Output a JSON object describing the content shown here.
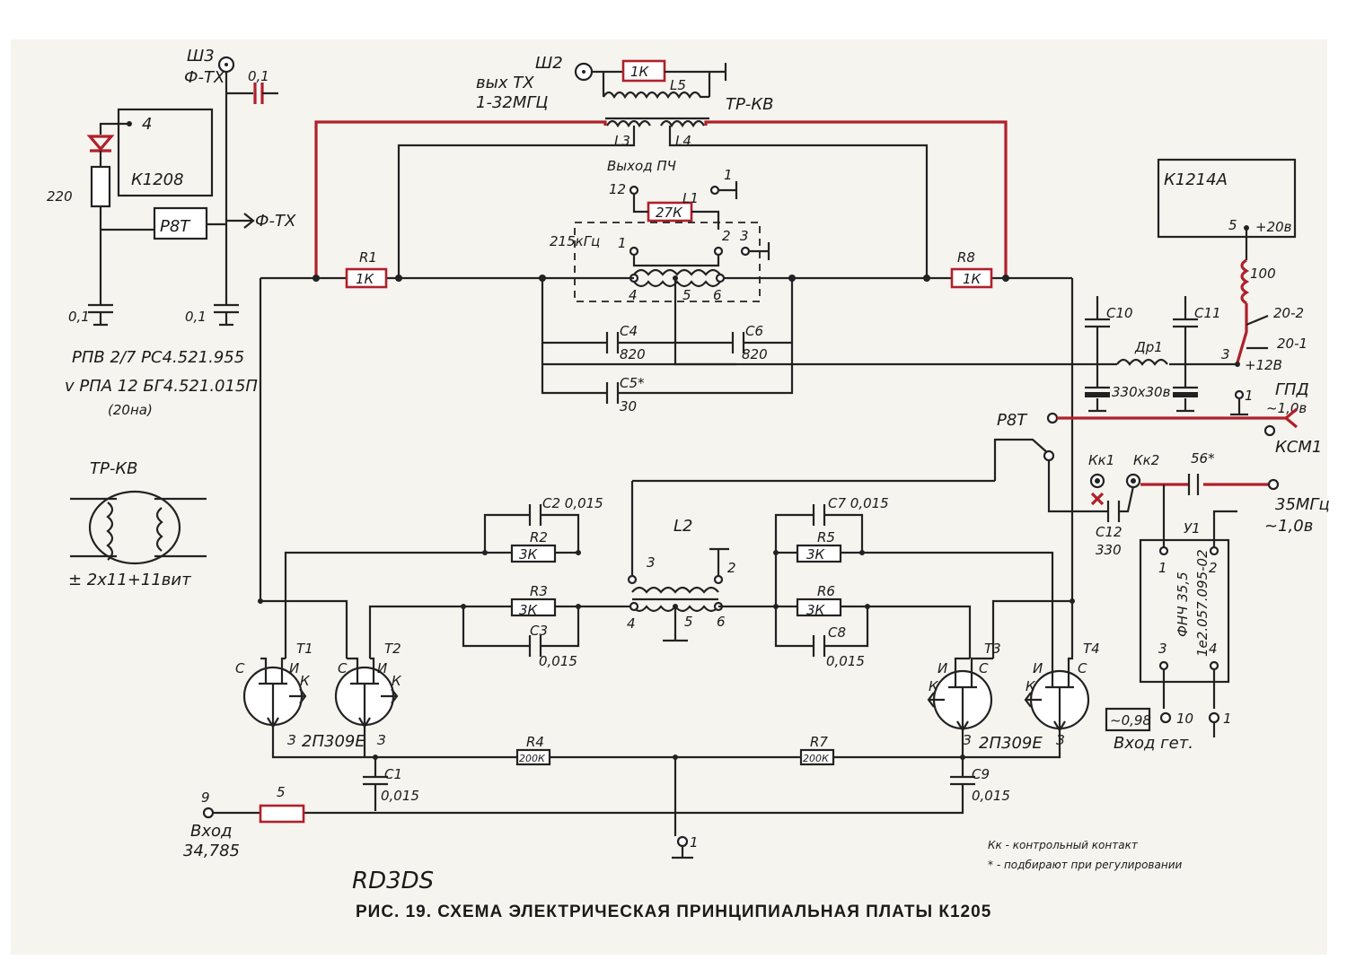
{
  "caption": "РИС. 19. СХЕМА ЭЛЕКТРИЧЕСКАЯ ПРИНЦИПИАЛЬНАЯ ПЛАТЫ К1205",
  "signature": "RD3DS",
  "notes": {
    "kk": "Кк - контрольный контакт",
    "star": "* - подбирают при регулировании"
  },
  "left_panel": {
    "sh3": "Ш3",
    "f_tx_top": "Ф-ТХ",
    "cap_top": "0,1",
    "pin4": "4",
    "k1208": "К1208",
    "r220": "220",
    "p8t": "Р8Т",
    "f_tx_right": "Ф-ТХ",
    "cap_bl": "0,1",
    "cap_br": "0,1",
    "rpv": "РПВ 2/7 РС4.521.955",
    "rpa": "v РПА 12 БГ4.521.015П",
    "rpa_note": "(20на)",
    "trkv_title": "ТР-КВ",
    "trkv_winding": "± 2х11+11вит"
  },
  "top": {
    "sh2": "Ш2",
    "out_tx": "вых ТХ",
    "range": "1-32МГЦ",
    "r1k": "1К",
    "l5": "L5",
    "trkv": "ТР-КВ",
    "l3": "L3",
    "l4": "L4",
    "out_pch": "Выход ПЧ",
    "pin12": "12",
    "pin1": "1",
    "r27k": "27К",
    "l1": "L1",
    "freq": "215кГц",
    "p1": "1",
    "p2": "2",
    "p3": "3",
    "p4": "4",
    "p5": "5",
    "p6": "6",
    "r1_name": "R1",
    "r1_val": "1К",
    "r8_name": "R8",
    "r8_val": "1К",
    "c4": "С4",
    "c4v": "820",
    "c6": "С6",
    "c6v": "820",
    "c5": "С5*",
    "c5v": "30"
  },
  "right_panel": {
    "k1214a": "К1214А",
    "pin5": "5",
    "v20": "+20в",
    "ind100": "100",
    "j20_2": "20-2",
    "j20_1": "20-1",
    "pin3": "3",
    "v12": "+12В",
    "c10": "С10",
    "c11": "С11",
    "dr1": "Др1",
    "caps": "330х30в",
    "pin1": "1",
    "gpd": "ГПД",
    "gpd_v": "~1,0в",
    "p8t": "Р8Т",
    "kk1": "Кк1",
    "kk2": "Кк2",
    "c56": "56*",
    "ksm1": "КСМ1",
    "c12": "С12",
    "c12v": "330",
    "f35": "35МГц",
    "f35_v": "~1,0в",
    "u1": "У1",
    "u_p1": "1",
    "u_p2": "2",
    "u_p3": "3",
    "u_p4": "4",
    "filter": "ФНЧ 35,5",
    "filter_code": "1е2.057.095-02",
    "v098": "~0,98",
    "pin10": "10",
    "pin1b": "1",
    "vhod_get": "Вход гет."
  },
  "bottom": {
    "c2": "С2 0,015",
    "r2": "R2",
    "r2v": "3К",
    "r3": "R3",
    "r3v": "3К",
    "c3": "С3",
    "c3v": "0,015",
    "l2": "L2",
    "l2p3": "3",
    "l2p2": "2",
    "l2p4": "4",
    "l2p5": "5",
    "l2p6": "6",
    "c7": "С7 0,015",
    "r5": "R5",
    "r5v": "3К",
    "r6": "R6",
    "r6v": "3К",
    "c8": "С8",
    "c8v": "0,015",
    "t1": "Т1",
    "t2": "Т2",
    "t3": "Т3",
    "t4": "Т4",
    "s": "С",
    "i": "И",
    "k": "К",
    "z": "З",
    "fet_left": "2П309Е",
    "fet_right": "2П309Е",
    "r4": "R4",
    "r4v": "200К",
    "r7": "R7",
    "r7v": "200К",
    "c1": "С1",
    "c1v": "0,015",
    "c9": "С9",
    "c9v": "0,015",
    "in_pin": "9",
    "in_label": "Вход",
    "in_freq": "34,785",
    "in_5": "5",
    "gnd1": "1"
  }
}
